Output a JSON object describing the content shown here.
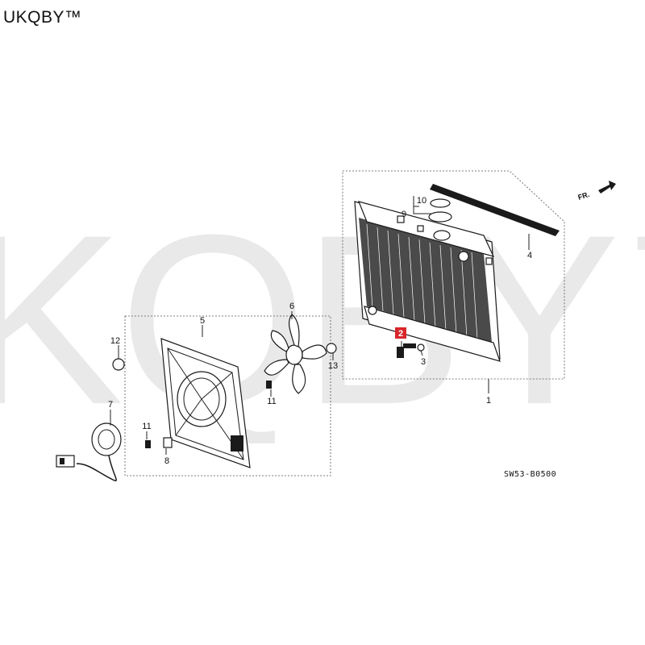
{
  "brand": {
    "text": "UKQBY™"
  },
  "watermark": {
    "text": "UKQBY™",
    "color": "#cfcfcf"
  },
  "diagram": {
    "code": "SW53-B0500",
    "direction_label": "FR.",
    "callouts": [
      {
        "id": "1",
        "label": "1",
        "highlight": false
      },
      {
        "id": "2",
        "label": "2",
        "highlight": true
      },
      {
        "id": "3",
        "label": "3",
        "highlight": false
      },
      {
        "id": "4",
        "label": "4",
        "highlight": false
      },
      {
        "id": "5",
        "label": "5",
        "highlight": false
      },
      {
        "id": "6",
        "label": "6",
        "highlight": false
      },
      {
        "id": "7",
        "label": "7",
        "highlight": false
      },
      {
        "id": "8",
        "label": "8",
        "highlight": false
      },
      {
        "id": "9",
        "label": "9",
        "highlight": false
      },
      {
        "id": "10",
        "label": "10",
        "highlight": false
      },
      {
        "id": "11a",
        "label": "11",
        "highlight": false
      },
      {
        "id": "11b",
        "label": "11",
        "highlight": false
      },
      {
        "id": "12",
        "label": "12",
        "highlight": false
      },
      {
        "id": "13",
        "label": "13",
        "highlight": false
      }
    ],
    "highlight_color": "#d8262b"
  }
}
